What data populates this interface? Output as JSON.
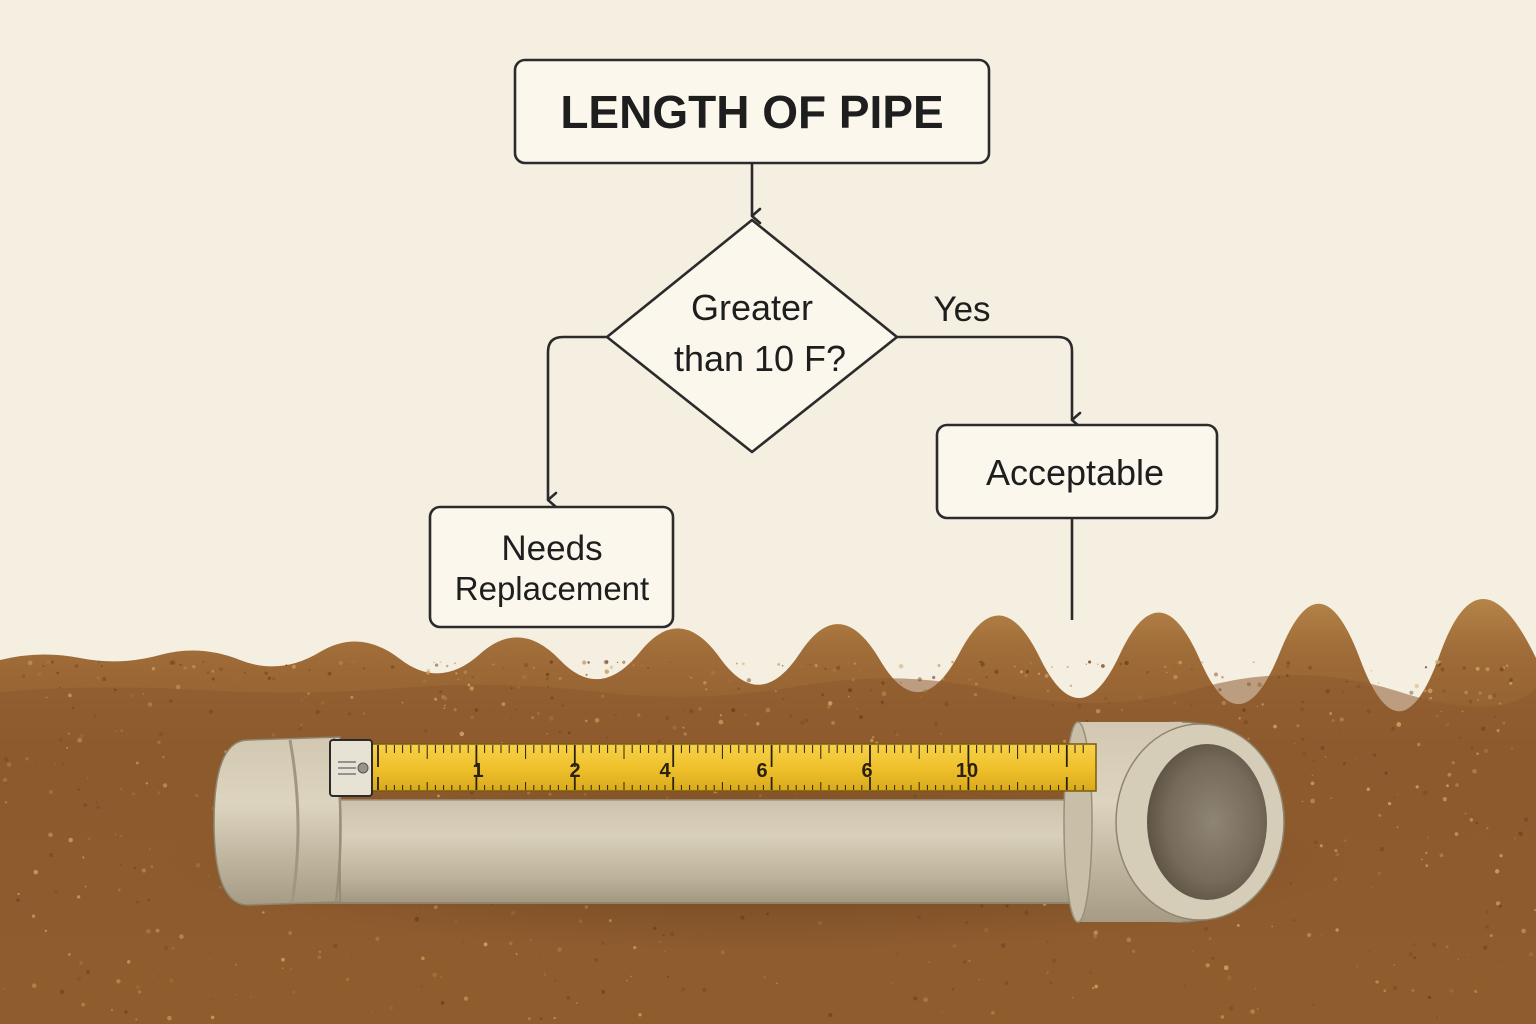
{
  "flowchart": {
    "title": "LENGTH OF PIPE",
    "decision": {
      "line1": "Greater",
      "line2": "than 10 F?"
    },
    "yes_label": "Yes",
    "yes_outcome": "Acceptable",
    "no_outcome": {
      "line1": "Needs",
      "line2": "Replacement"
    }
  },
  "tape_measure": {
    "labels": [
      "1",
      "2",
      "4",
      "6",
      "6",
      "10"
    ]
  },
  "colors": {
    "background": "#f5efe2",
    "soil_top": "#b98a4e",
    "soil_deep": "#8a5a30",
    "pipe": "#d4cbb6",
    "tape": "#f2c531",
    "outline": "#2b2b2b"
  }
}
